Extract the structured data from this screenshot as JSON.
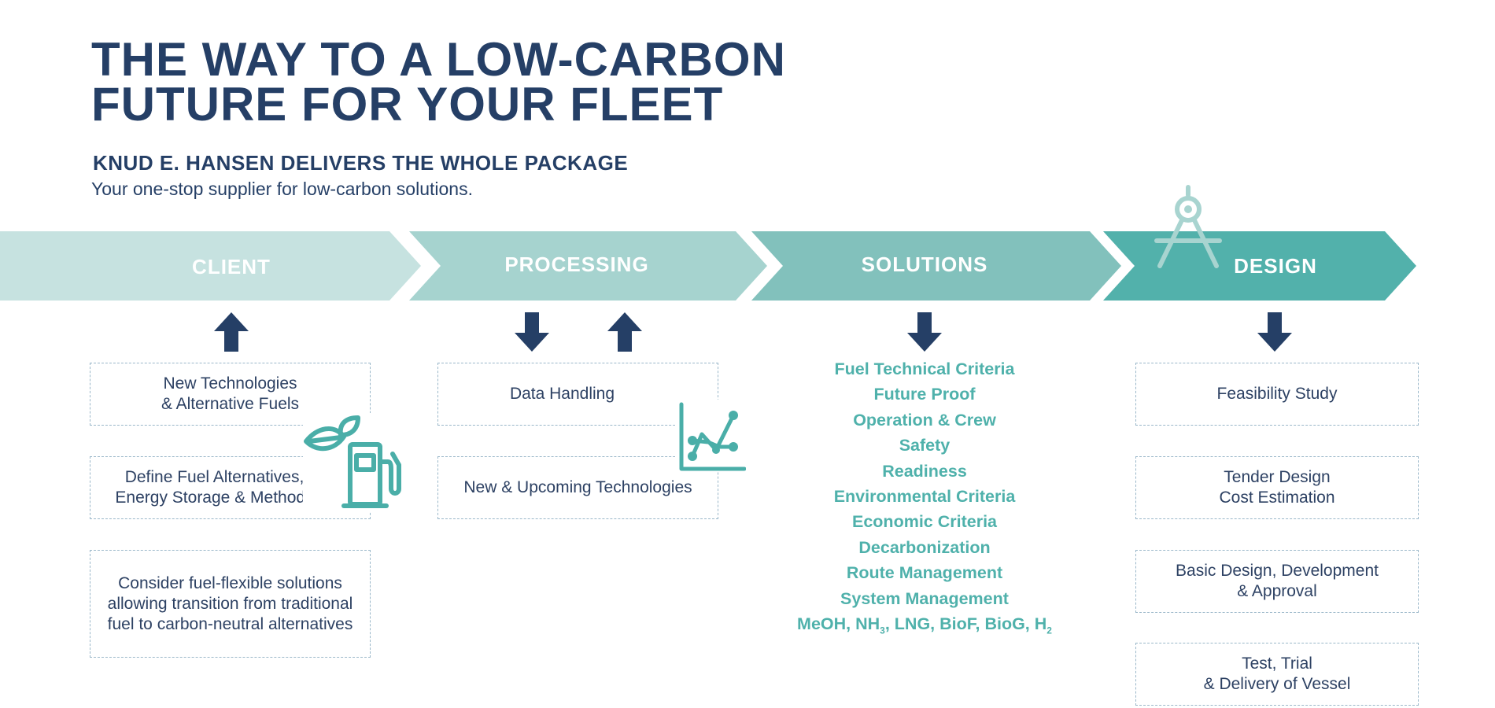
{
  "title": {
    "line1": "THE WAY TO A LOW-CARBON",
    "line2": "FUTURE FOR YOUR FLEET"
  },
  "subtitle": "KNUD E. HANSEN DELIVERS THE WHOLE PACKAGE",
  "tagline": "Your one-stop supplier for low-carbon solutions.",
  "stages": [
    {
      "label": "CLIENT",
      "color": "#c6e2e0"
    },
    {
      "label": "PROCESSING",
      "color": "#a6d3cf"
    },
    {
      "label": "SOLUTIONS",
      "color": "#82c1bc"
    },
    {
      "label": "DESIGN",
      "color": "#52b1ab"
    }
  ],
  "client": {
    "box1": {
      "line1": "New Technologies",
      "line2": "& Alternative Fuels"
    },
    "box2": {
      "line1": "Define Fuel Alternatives,",
      "line2": "Energy Storage & Methods"
    },
    "box3": {
      "line1": "Consider fuel-flexible solutions",
      "line2": "allowing transition from traditional",
      "line3": "fuel to carbon-neutral alternatives"
    }
  },
  "processing": {
    "box1": "Data Handling",
    "box2": "New & Upcoming Technologies"
  },
  "solutions": {
    "items": [
      "Fuel Technical Criteria",
      "Future Proof",
      "Operation & Crew",
      "Safety",
      "Readiness",
      "Environmental Criteria",
      "Economic Criteria",
      "Decarbonization",
      "Route Management",
      "System Management"
    ],
    "fuels": {
      "part1": "MeOH, NH",
      "sub1": "3",
      "part2": ", LNG, BioF, BioG, H",
      "sub2": "2"
    }
  },
  "design": {
    "box1": "Feasibility Study",
    "box2": {
      "line1": "Tender Design",
      "line2": "Cost Estimation"
    },
    "box3": {
      "line1": "Basic Design, Development",
      "line2": "& Approval"
    },
    "box4": {
      "line1": "Test, Trial",
      "line2": "& Delivery of Vessel"
    }
  },
  "icons": {
    "fuel": "fuel-pump-leaf-icon",
    "chart": "line-chart-icon",
    "compass": "drafting-compass-icon"
  },
  "colors": {
    "navy": "#253f66",
    "teal": "#4fb1ab",
    "icon_teal": "#4aaea8",
    "compass": "#a8d4d0"
  }
}
